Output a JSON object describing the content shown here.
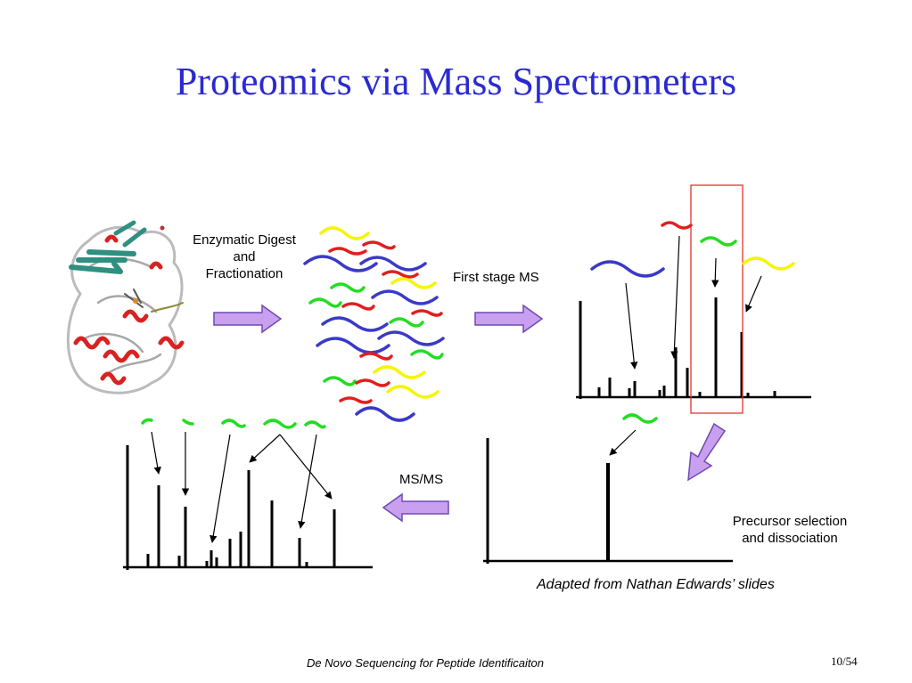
{
  "slide": {
    "title": "Proteomics via Mass Spectrometers",
    "labels": {
      "enzymatic_digest": "Enzymatic Digest",
      "and": "and",
      "fractionation": "Fractionation",
      "first_stage_ms": "First stage MS",
      "ms_ms": "MS/MS",
      "precursor_line1": "Precursor selection",
      "precursor_line2": "and dissociation"
    },
    "caption": "Adapted from Nathan Edwards’ slides",
    "footer": "De Novo Sequencing for Peptide Identificaiton",
    "page_number": "10/54"
  },
  "colors": {
    "title": "#2a2ad2",
    "peptide_blue": "#3a3ac8",
    "peptide_red": "#e01f1f",
    "peptide_green": "#22dd22",
    "peptide_yellow": "#f5f50a",
    "arrow_fill": "#c9a0f0",
    "arrow_stroke": "#6f4ab0",
    "selection_box": "#e53333"
  },
  "icons": [
    "protein-structure-image",
    "peptide-squiggles",
    "right-arrow-icon",
    "left-arrow-icon",
    "down-left-arrow-icon"
  ]
}
